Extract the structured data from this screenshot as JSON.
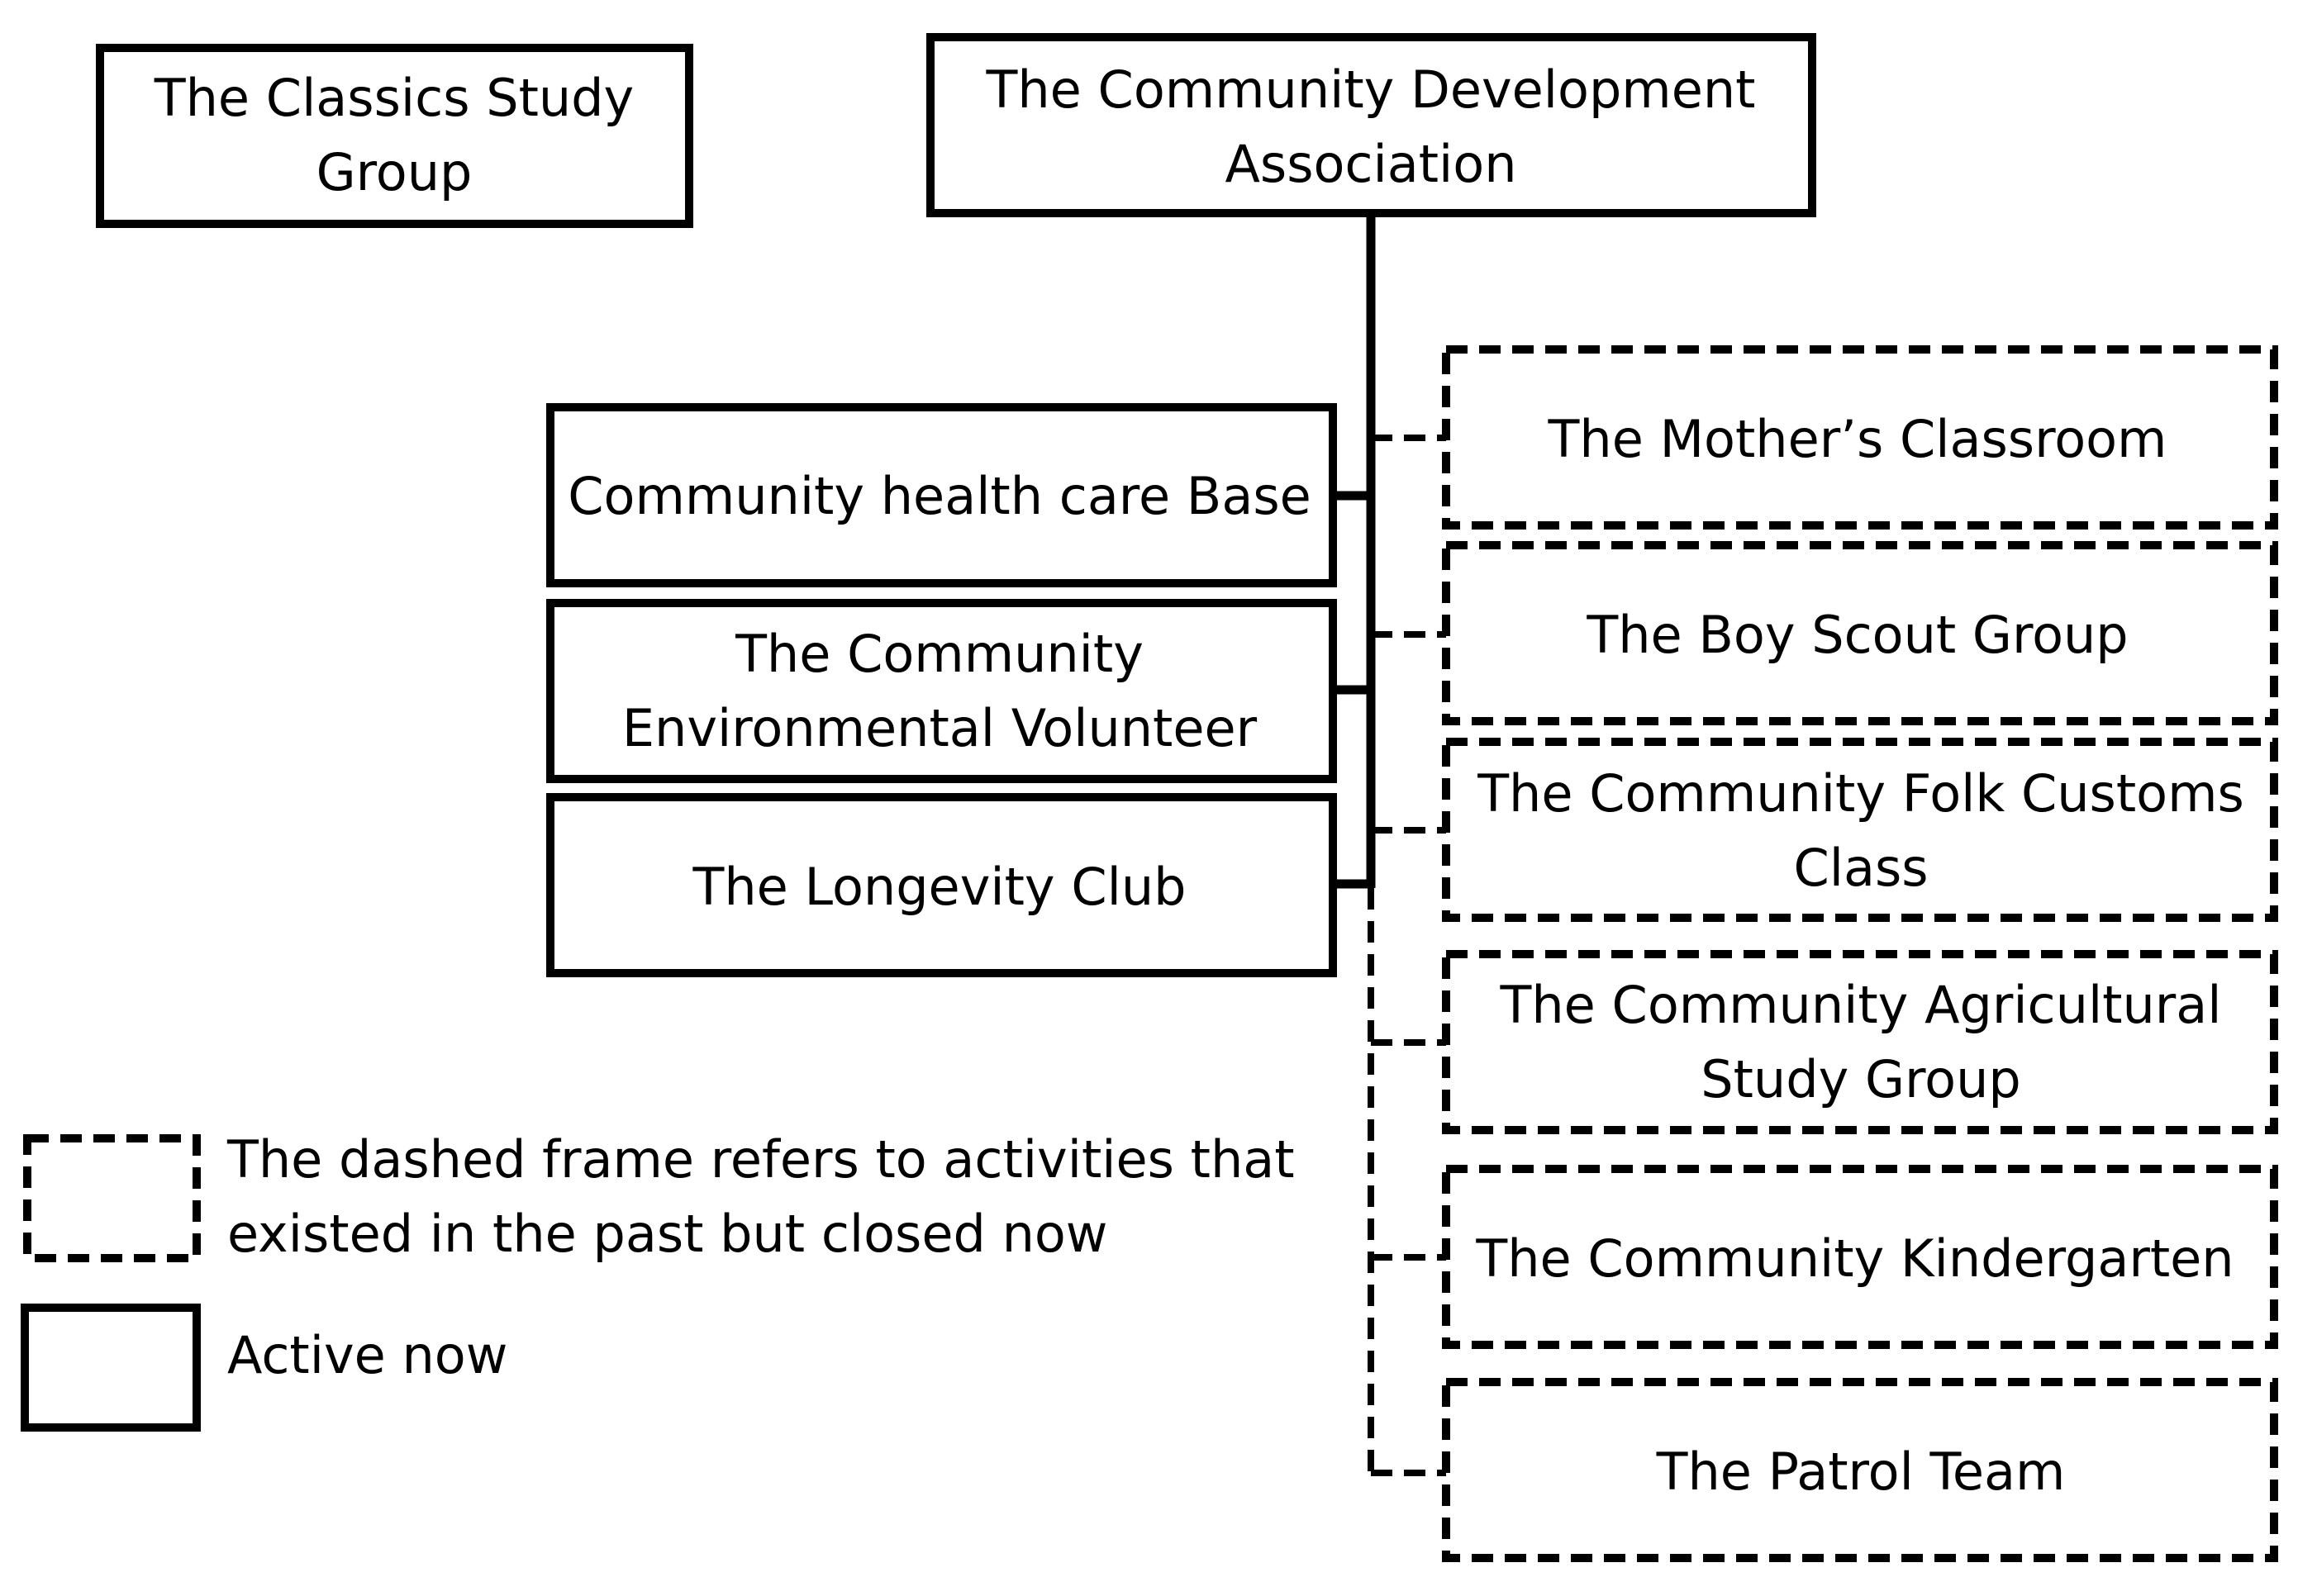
{
  "top_left_box": {
    "lines": [
      "The Classics Study",
      "Group"
    ]
  },
  "root_box": {
    "lines": [
      "The Community Development",
      "Association"
    ]
  },
  "active_units": [
    {
      "lines": [
        "Community health care Base"
      ]
    },
    {
      "lines": [
        "The Community",
        "Environmental Volunteer"
      ]
    },
    {
      "lines": [
        "The Longevity Club"
      ]
    }
  ],
  "closed_units": [
    {
      "lines": [
        "The Mother’s Classroom"
      ]
    },
    {
      "lines": [
        "The Boy Scout Group"
      ]
    },
    {
      "lines": [
        "The Community Folk Customs",
        "Class"
      ]
    },
    {
      "lines": [
        "The Community Agricultural",
        "Study Group"
      ]
    },
    {
      "lines": [
        "The Community Kindergarten"
      ]
    },
    {
      "lines": [
        "The Patrol Team"
      ]
    }
  ],
  "legend": {
    "dashed": {
      "lines": [
        "The dashed frame refers to activities that",
        "existed in the past but closed now"
      ]
    },
    "solid": {
      "lines": [
        "Active now"
      ]
    }
  }
}
